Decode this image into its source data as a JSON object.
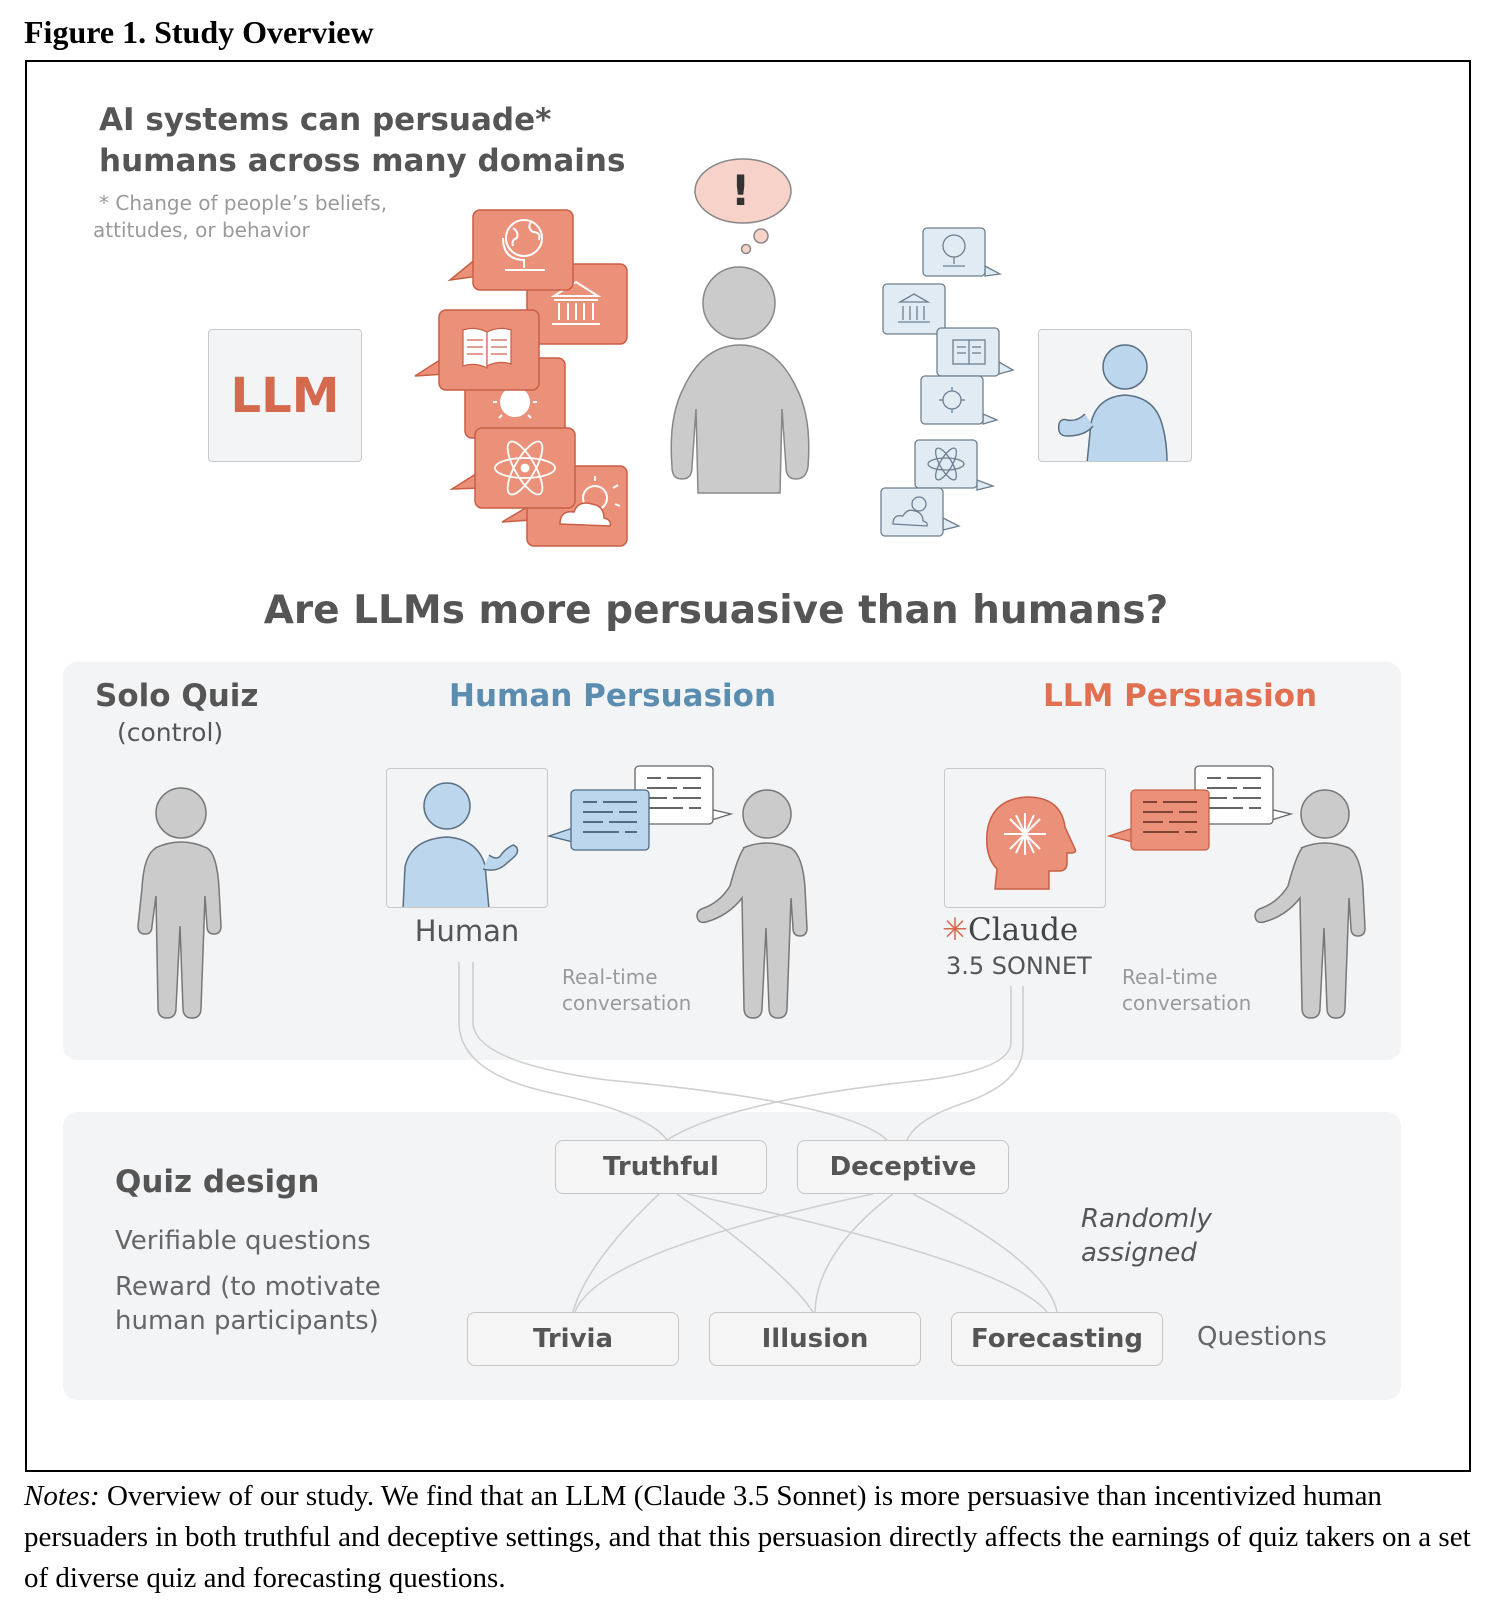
{
  "figure": {
    "caption_title": "Figure 1. Study Overview",
    "notes_label": "Notes:",
    "notes_text": "Overview of our study. We find that an LLM (Claude 3.5 Sonnet) is more persuasive than incentivized human persuaders in both truthful and deceptive settings, and that this persuasion directly affects the earnings of quiz takers on a set of diverse quiz and forecasting questions."
  },
  "top": {
    "headline_line1": "AI systems can persuade*",
    "headline_line2": "humans across many domains",
    "footnote_line1": "* Change of people’s beliefs,",
    "footnote_line2": "attitudes, or behavior",
    "llm_label": "LLM",
    "thought_symbol": "!",
    "domain_icons": [
      "globe-icon",
      "museum-icon",
      "book-icon",
      "virus-icon",
      "atom-icon",
      "weather-icon"
    ]
  },
  "question": "Are LLMs more persuasive than humans?",
  "conditions": {
    "solo_title": "Solo Quiz",
    "solo_sub": "(control)",
    "human_title": "Human Persuasion",
    "llm_title": "LLM Persuasion",
    "human_label": "Human",
    "claude_label": "Claude",
    "claude_model": "3.5 SONNET",
    "realtime_line1": "Real-time",
    "realtime_line2": "conversation"
  },
  "quiz": {
    "title": "Quiz design",
    "item1": "Verifiable questions",
    "item2_line1": "Reward (to  motivate",
    "item2_line2": "human participants)",
    "truthful": "Truthful",
    "deceptive": "Deceptive",
    "randomly_line1": "Randomly",
    "randomly_line2": "assigned",
    "trivia": "Trivia",
    "illusion": "Illusion",
    "forecasting": "Forecasting",
    "questions_label": "Questions"
  },
  "colors": {
    "salmon": "#ec9179",
    "salmon_dark": "#c85f45",
    "llm_text": "#d5694d",
    "human_blue": "#5b8db0",
    "light_blue": "#bcd6ee",
    "person_gray": "#cbcbcb",
    "llm_persuasion": "#e0704f"
  }
}
